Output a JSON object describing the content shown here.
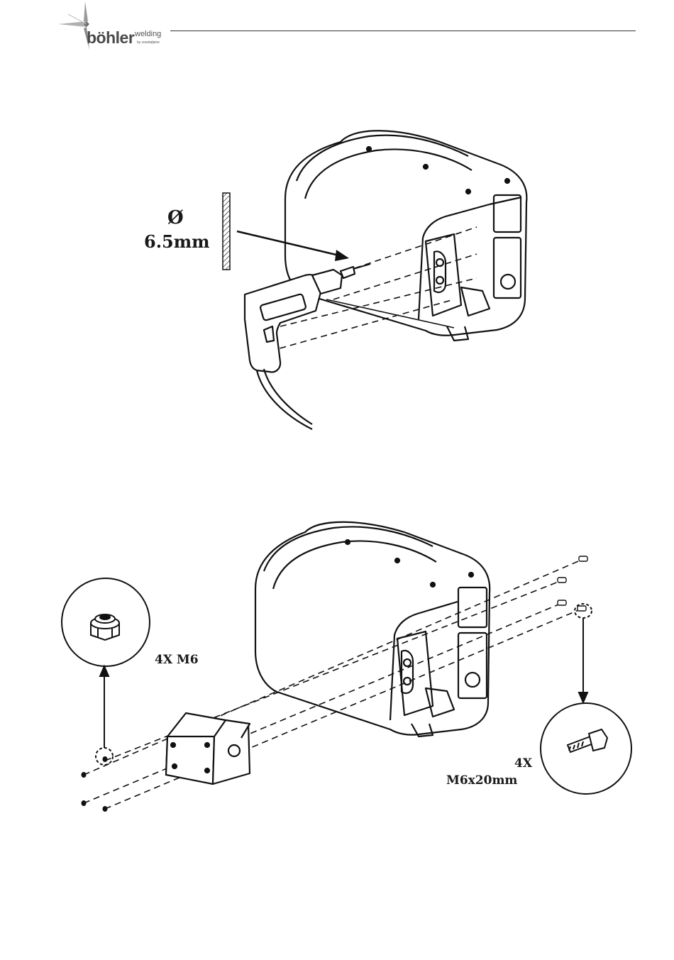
{
  "header": {
    "brand": "böhler",
    "brand_suffix": "welding",
    "brand_by": "by voestalpine"
  },
  "figure_drill": {
    "diameter_symbol": "Ø",
    "diameter_value": "6.5mm"
  },
  "figure_mount": {
    "nut_label": "4X  M6",
    "bolt_count": "4X",
    "bolt_size": "M6x20mm"
  }
}
